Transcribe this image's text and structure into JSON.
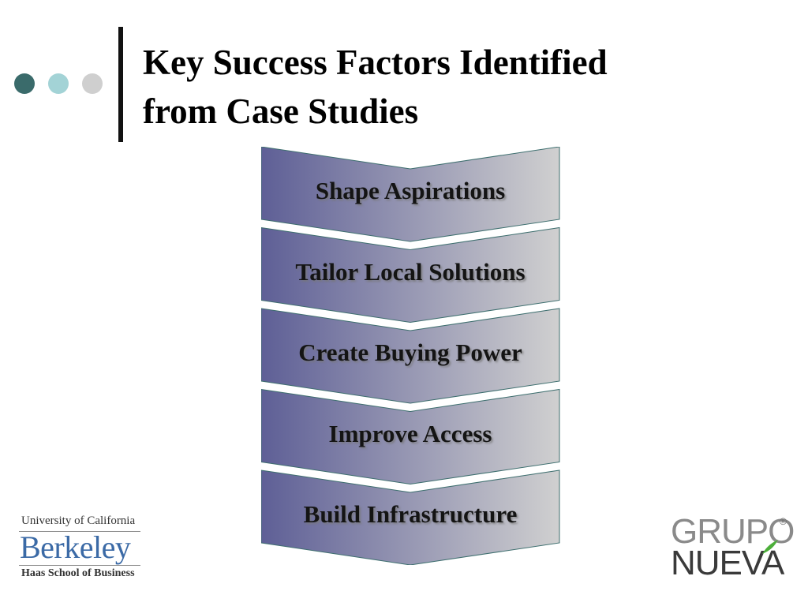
{
  "slide": {
    "title_lines": [
      "Key Success Factors Identified",
      "from Case Studies"
    ]
  },
  "chevron_steps": [
    {
      "label": "Shape Aspirations"
    },
    {
      "label": "Tailor Local Solutions"
    },
    {
      "label": "Create Buying Power"
    },
    {
      "label": "Improve Access"
    },
    {
      "label": "Build Infrastructure"
    }
  ],
  "colors": {
    "chevron_start": "#5e5f96",
    "chevron_end": "#d0d0d0",
    "chevron_stroke": "#3d6e6e",
    "dot_1": "#3a6b6b",
    "dot_2": "#a3d3d6",
    "dot_3": "#cfcfcf",
    "berkeley_blue": "#3b6aa6",
    "grupo_green": "#4caf3a"
  },
  "logos": {
    "berkeley": {
      "top": "University of California",
      "main": "Berkeley",
      "bottom": "Haas School of Business"
    },
    "grupo_nueva": {
      "top": "GRUPO",
      "bottom": "NUEVA",
      "registered": "®"
    }
  }
}
